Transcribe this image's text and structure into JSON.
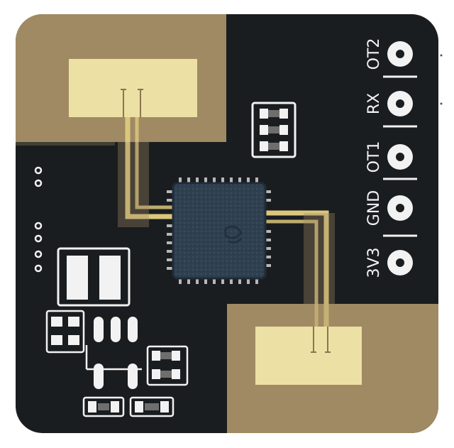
{
  "board": {
    "pins": [
      {
        "label": "OT2"
      },
      {
        "label": "RX"
      },
      {
        "label": "OT1"
      },
      {
        "label": "GND"
      },
      {
        "label": "3V3"
      }
    ]
  },
  "colors": {
    "pcb_black": "#1a1d1f",
    "copper_tan": "#a08a63",
    "antenna_pad": "#ede0a4",
    "trace_gold": "#dac77e",
    "chip_blue": "#2e3f4f",
    "silk_white": "#f2f2f2"
  }
}
